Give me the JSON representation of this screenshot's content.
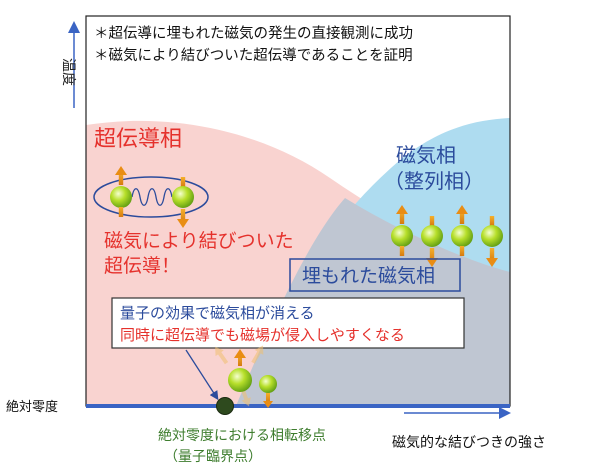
{
  "notes": [
    "＊超伝導に埋もれた磁気の発生の直接観測に成功",
    "＊磁気により結びついた超伝導であることを証明"
  ],
  "axes": {
    "y_label": "温度",
    "origin_label": "絶対零度",
    "x_label": "磁気的な結びつきの強さ"
  },
  "regions": {
    "superconducting_phase": "超伝導相",
    "magnetic_phase_line1": "磁気相",
    "magnetic_phase_line2": "（整列相）",
    "buried_magnetic_phase": "埋もれた磁気相"
  },
  "pairing_caption": {
    "line1": "磁気により結びついた",
    "line2": "超伝導！"
  },
  "callout": {
    "line1": "量子の効果で磁気相が消える",
    "line2": "同時に超伝導でも磁場が侵入しやすくなる"
  },
  "critical_point": {
    "line1": "絶対零度における相転移点",
    "line2": "（量子臨界点）"
  },
  "colors": {
    "superconducting_fill": "#f9d3d0",
    "magnetic_fill": "#aedcf0",
    "buried_fill": "#bfc6d2",
    "axis": "#3a64c4",
    "red_text": "#e5312c",
    "blue_text": "#2b4b9c",
    "green_text": "#3e7d2e",
    "qcp_dot": "#2e4a1e"
  },
  "icons": [
    "spin-up-ball-icon",
    "spin-down-ball-icon",
    "coil-spring-icon",
    "arrow-icon"
  ]
}
